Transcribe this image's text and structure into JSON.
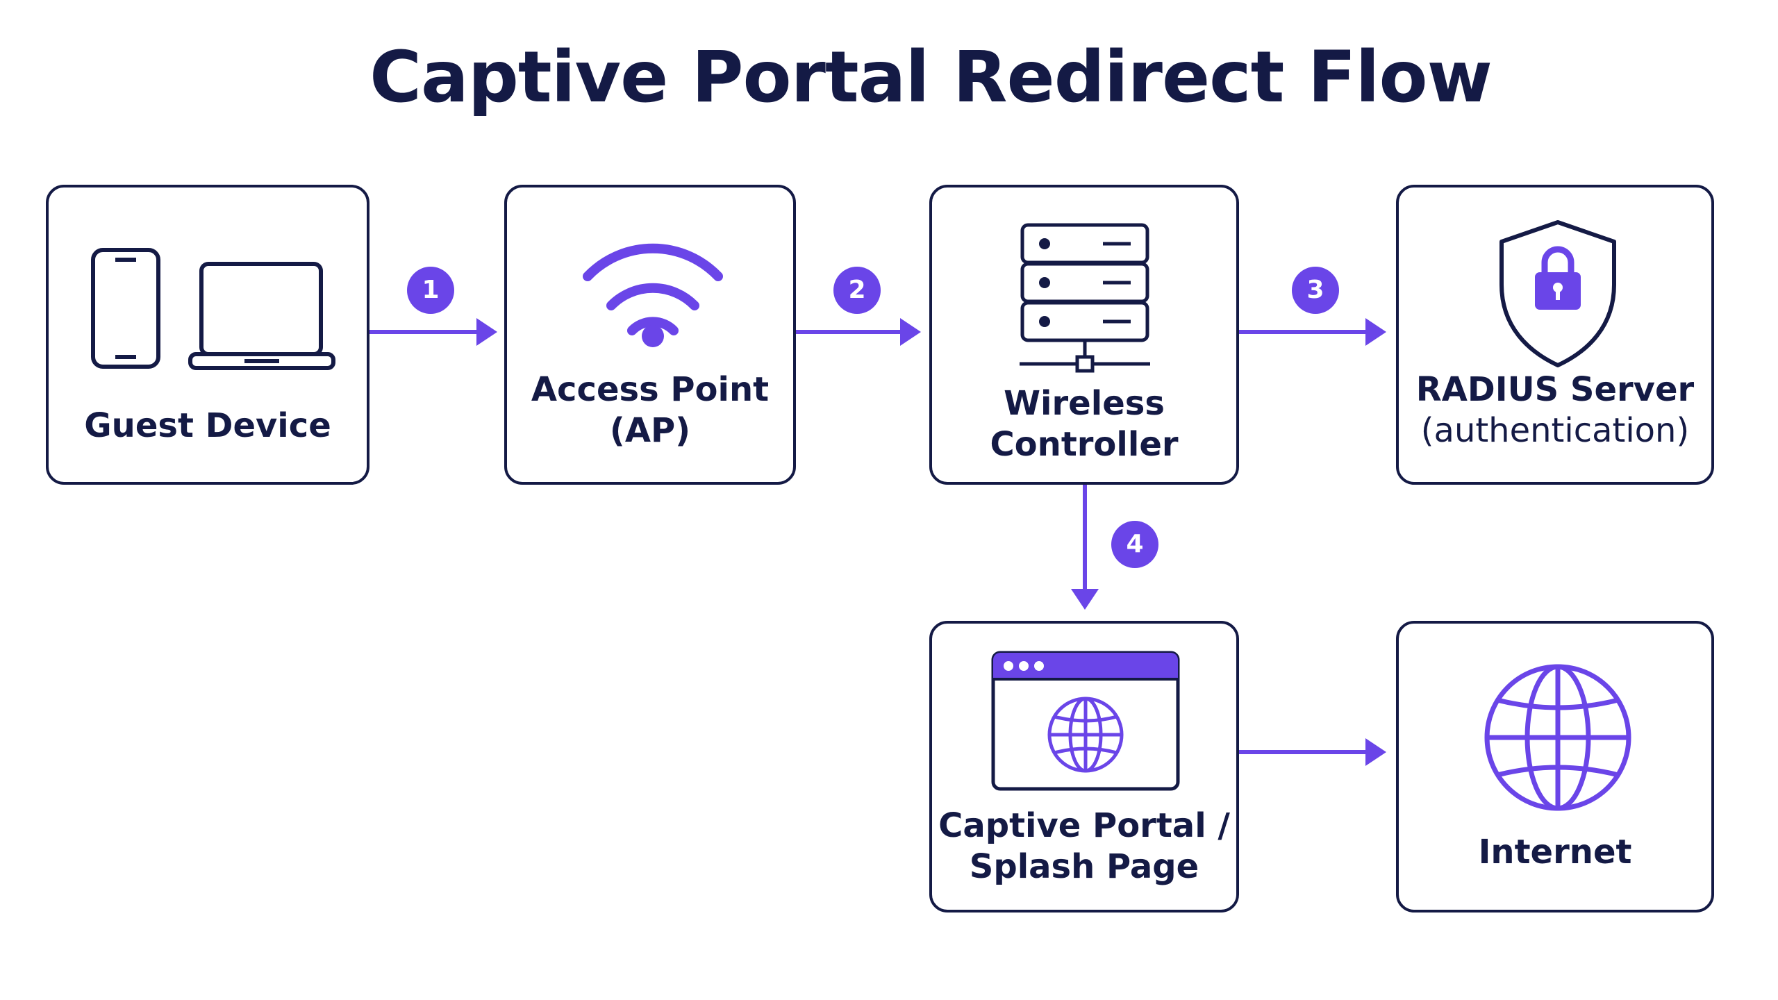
{
  "title": "Captive Portal Redirect Flow",
  "colors": {
    "accent": "#6a45e8",
    "ink": "#141a45",
    "background": "#ffffff"
  },
  "nodes": {
    "guest_device": {
      "label": "Guest Device",
      "icons": [
        "smartphone-icon",
        "laptop-icon"
      ]
    },
    "access_point": {
      "line1": "Access Point",
      "line2": "(AP)",
      "icon": "wifi-icon"
    },
    "wireless_controller": {
      "line1": "Wireless",
      "line2": "Controller",
      "icon": "server-rack-icon"
    },
    "radius_server": {
      "line1": "RADIUS Server",
      "line2": "(authentication)",
      "icon": "shield-lock-icon"
    },
    "captive_portal": {
      "line1": "Captive Portal /",
      "line2": "Splash Page",
      "icon": "browser-globe-icon"
    },
    "internet": {
      "label": "Internet",
      "icon": "globe-icon"
    }
  },
  "steps": [
    {
      "number": "1",
      "from": "Guest Device",
      "to": "Access Point (AP)"
    },
    {
      "number": "2",
      "from": "Access Point (AP)",
      "to": "Wireless Controller"
    },
    {
      "number": "3",
      "from": "Wireless Controller",
      "to": "RADIUS Server (authentication)"
    },
    {
      "number": "4",
      "from": "Wireless Controller",
      "to": "Captive Portal / Splash Page"
    },
    {
      "number": "",
      "from": "Captive Portal / Splash Page",
      "to": "Internet"
    }
  ]
}
